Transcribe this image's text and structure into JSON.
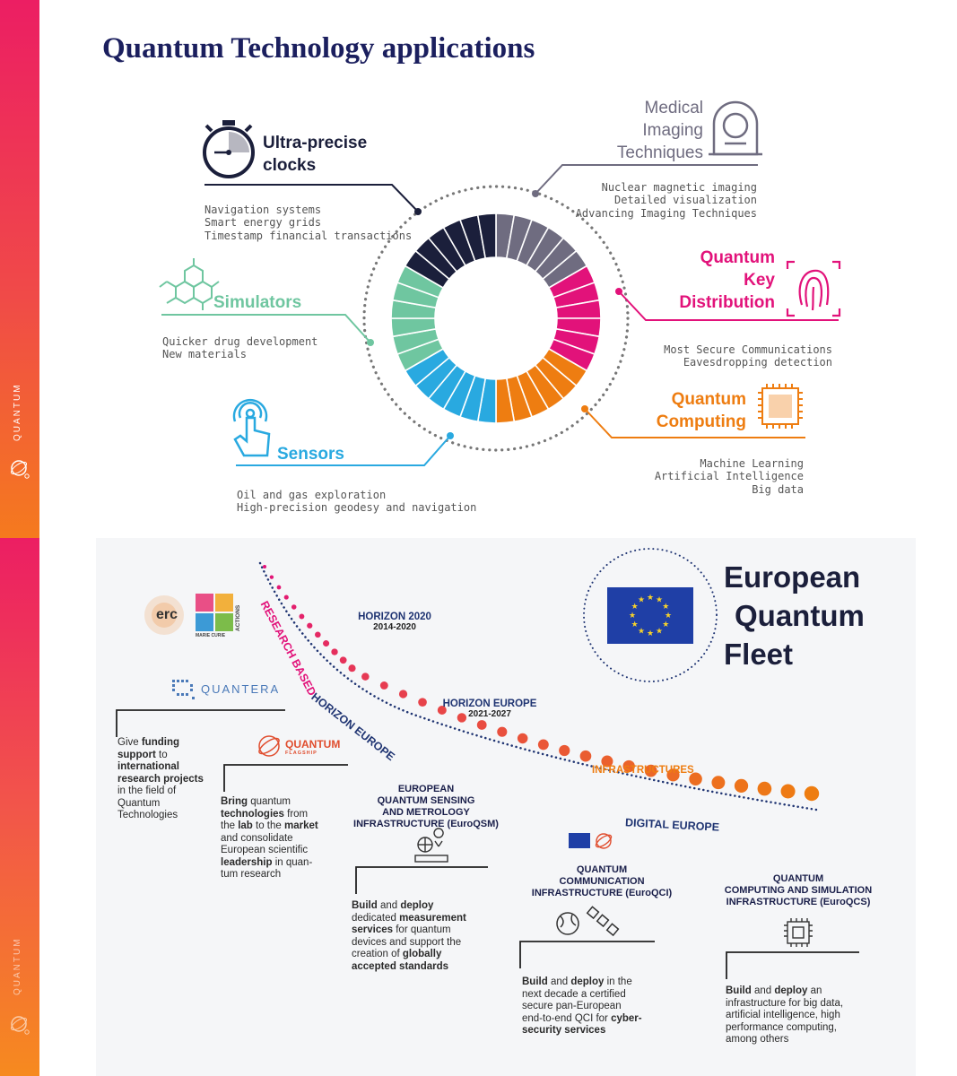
{
  "top": {
    "title": "Quantum Technology applications",
    "applications": [
      {
        "id": "clocks",
        "title": "Ultra-precise clocks",
        "title_lines": [
          "Ultra-precise",
          "clocks"
        ],
        "lines": [
          "Navigation systems",
          "Smart energy grids",
          "Timestamp financial transactions"
        ],
        "color": "#1b1f3b"
      },
      {
        "id": "medical",
        "title": "Medical Imaging Techniques",
        "title_lines": [
          "Medical",
          "Imaging",
          "Techniques"
        ],
        "lines": [
          "Nuclear magnetic imaging",
          "Detailed visualization",
          "Advancing Imaging Techniques"
        ],
        "color": "#6f6c80"
      },
      {
        "id": "qkd",
        "title": "Quantum Key Distribution",
        "title_lines": [
          "Quantum",
          "Key",
          "Distribution"
        ],
        "lines": [
          "Most Secure Communications",
          "Eavesdropping detection"
        ],
        "color": "#e2127a"
      },
      {
        "id": "computing",
        "title": "Quantum Computing",
        "title_lines": [
          "Quantum",
          "Computing"
        ],
        "lines": [
          "Machine Learning",
          "Artificial Intelligence",
          "Big data"
        ],
        "color": "#ee7d11"
      },
      {
        "id": "sensors",
        "title": "Sensors",
        "title_lines": [
          "Sensors"
        ],
        "lines": [
          "Oil and gas exploration",
          "High-precision geodesy and navigation"
        ],
        "color": "#29a9e0"
      },
      {
        "id": "simulators",
        "title": "Simulators",
        "title_lines": [
          "Simulators"
        ],
        "lines": [
          "Quicker drug development",
          "New materials"
        ],
        "color": "#6fc6a0"
      }
    ]
  },
  "bottom": {
    "heading": [
      "European",
      "Quantum",
      "Fleet"
    ],
    "flag_color": "#1f3fa6",
    "star_color": "#f7d22b",
    "erc": "erc",
    "msca": [
      "MARIE CURIE",
      "ACTIONS"
    ],
    "quantera": "QUANTERA",
    "flagship": [
      "QUANTUM",
      "FLAGSHIP"
    ],
    "arc_labels": {
      "research": "RESEARCH BASED",
      "horizon": "HORIZON EUROPE",
      "infra": "INFRASTRUCTURES",
      "digital": "DIGITAL EUROPE"
    },
    "eras": [
      {
        "name": "HORIZON 2020",
        "years": "2014-2020"
      },
      {
        "name": "HORIZON EUROPE",
        "years": "2021-2027"
      }
    ],
    "quantera_text": [
      [
        "",
        "Give "
      ],
      [
        "b",
        "funding"
      ],
      [
        "",
        "\n"
      ],
      [
        "b",
        "support"
      ],
      [
        "",
        " to\n"
      ],
      [
        "b",
        "international\nresearch projects"
      ],
      [
        "",
        "\nin the field of\nQuantum\nTechnologies"
      ]
    ],
    "flagship_text": [
      [
        "b",
        "Bring"
      ],
      [
        "",
        " quantum\n"
      ],
      [
        "b",
        "technologies"
      ],
      [
        "",
        " from\nthe "
      ],
      [
        "b",
        "lab"
      ],
      [
        "",
        " to the "
      ],
      [
        "b",
        "market"
      ],
      [
        "",
        "\nand consolidate\nEuropean scientific\n"
      ],
      [
        "b",
        "leadership"
      ],
      [
        "",
        " in quan-\ntum research"
      ]
    ],
    "infra": [
      {
        "title": [
          "EUROPEAN",
          "QUANTUM SENSING",
          "AND METROLOGY",
          "INFRASTRUCTURE (EuroQSM)"
        ],
        "text": [
          [
            "b",
            "Build"
          ],
          [
            "",
            " and "
          ],
          [
            "b",
            "deploy"
          ],
          [
            "",
            "\ndedicated "
          ],
          [
            "b",
            "measurement\nservices"
          ],
          [
            "",
            " for quantum\ndevices and support the\ncreation of "
          ],
          [
            "b",
            "globally\naccepted standards"
          ]
        ]
      },
      {
        "title": [
          "QUANTUM",
          "COMMUNICATION",
          "INFRASTRUCTURE (EuroQCI)"
        ],
        "text": [
          [
            "b",
            "Build"
          ],
          [
            "",
            " and "
          ],
          [
            "b",
            "deploy"
          ],
          [
            "",
            " in the\nnext decade a certified\nsecure pan-European\nend-to-end QCI for "
          ],
          [
            "b",
            "cyber-\nsecurity services"
          ]
        ]
      },
      {
        "title": [
          "QUANTUM",
          "COMPUTING AND SIMULATION",
          "INFRASTRUCTURE (EuroQCS)"
        ],
        "text": [
          [
            "b",
            "Build"
          ],
          [
            "",
            " and "
          ],
          [
            "b",
            "deploy"
          ],
          [
            "",
            " an\ninfrastructure for big data,\nartificial intelligence, high\nperformance computing,\namong others"
          ]
        ]
      }
    ]
  },
  "side_logo": "QUANTUM"
}
